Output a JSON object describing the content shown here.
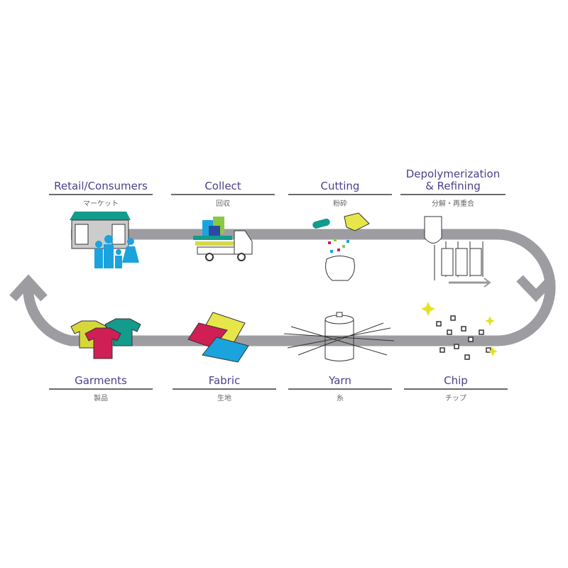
{
  "title": "Recycling cycle",
  "colors": {
    "track": "#9d9da1",
    "title": "#4b3f8a",
    "teal": "#139b8c",
    "blue": "#1ba3dd",
    "magenta": "#cf1f55",
    "yellow": "#e6e64a"
  },
  "steps": [
    {
      "title": "Retail/Consumers",
      "jp": "マーケット"
    },
    {
      "title": "Collect",
      "jp": "回収"
    },
    {
      "title": "Cutting",
      "jp": "粉砕"
    },
    {
      "title": "Depolymerization & Refining",
      "jp": "分解・再重合"
    },
    {
      "title": "Chip",
      "jp": "チップ"
    },
    {
      "title": "Yarn",
      "jp": "糸"
    },
    {
      "title": "Fabric",
      "jp": "生地"
    },
    {
      "title": "Garments",
      "jp": "製品"
    }
  ]
}
